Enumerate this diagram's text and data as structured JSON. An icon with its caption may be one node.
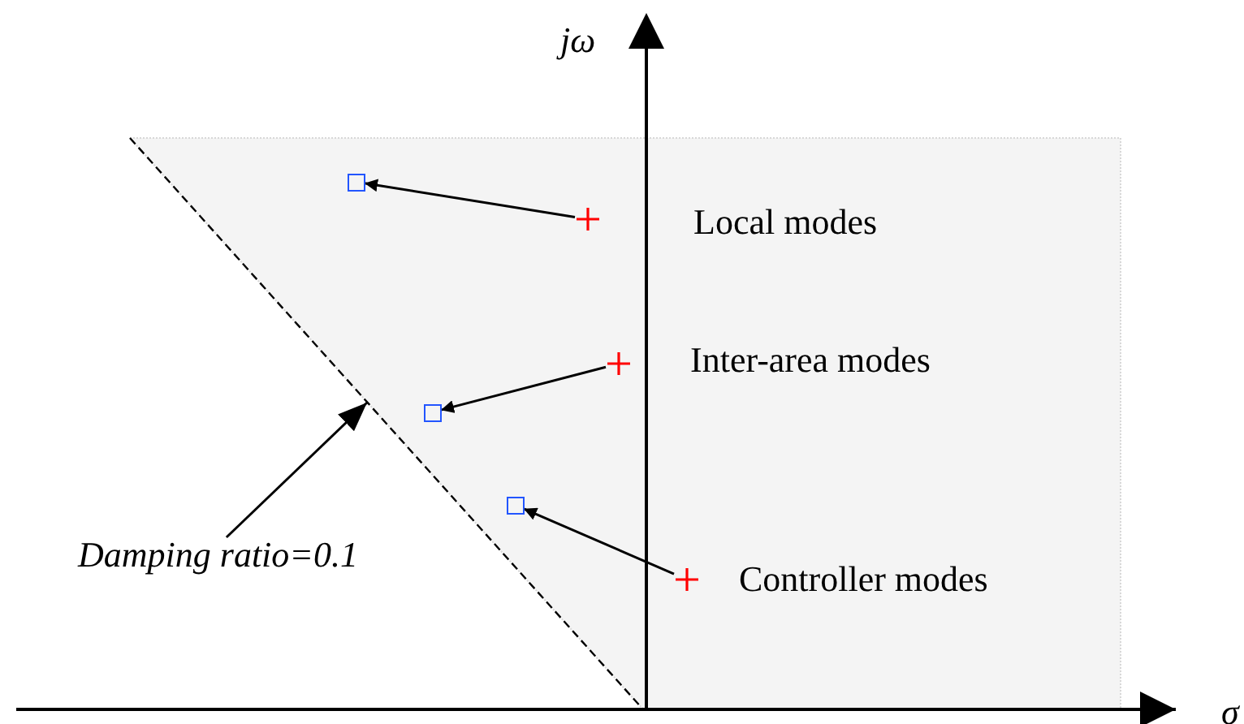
{
  "diagram": {
    "nodes": [
      {
        "text": [],
        "shape": "cross",
        "beside": [
          "Local modes"
        ]
      },
      {
        "text": [],
        "shape": "box"
      },
      {
        "text": [],
        "shape": "cross",
        "beside": [
          "Inter-area modes"
        ]
      },
      {
        "text": [],
        "shape": "box"
      },
      {
        "text": [],
        "shape": "cross",
        "beside": [
          "Controller modes"
        ]
      },
      {
        "text": [],
        "shape": "box"
      },
      {
        "text": [
          "Damping ratio=0.1"
        ]
      }
    ],
    "edges": [
      {
        "from": 0,
        "to": 1,
        "arrow": "to"
      },
      {
        "from": 2,
        "to": 3,
        "arrow": "to"
      },
      {
        "from": 4,
        "to": 5,
        "arrow": "to"
      },
      {
        "from": 6,
        "to": null,
        "arrow": "to"
      }
    ],
    "labels": [
      "jω",
      "σ"
    ]
  }
}
